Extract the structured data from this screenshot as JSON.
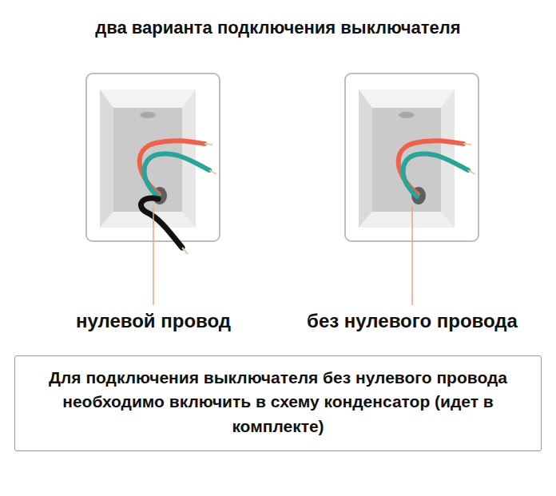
{
  "diagram": {
    "title": "два варианта подключения выключателя",
    "nodes": [
      {
        "text": [
          "Для подключения выключателя без нулевого провода необходимо включить в схему конденсатор (идет в комплекте)"
        ]
      }
    ],
    "labels": [
      "нулевой провод",
      "без нулевого провода"
    ]
  }
}
